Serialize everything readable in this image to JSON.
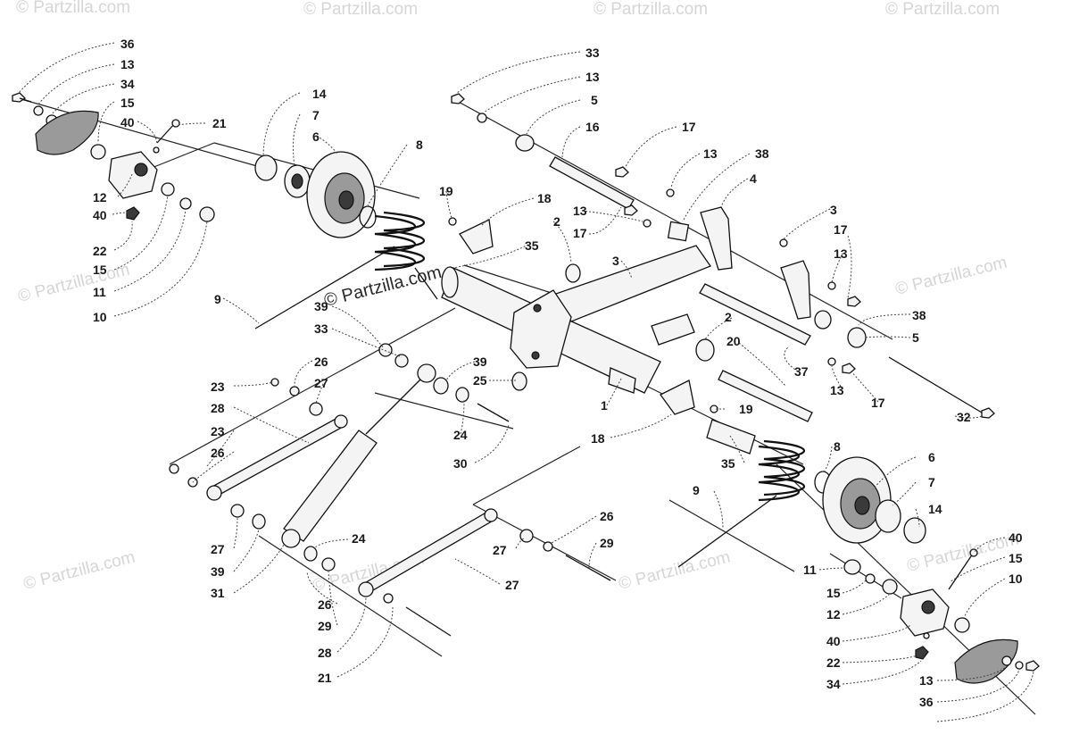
{
  "watermarks": {
    "brand": "© Partzilla.com",
    "center": "© Partzilla.com"
  },
  "callouts": [
    {
      "id": "c1",
      "text": "36"
    },
    {
      "id": "c2",
      "text": "13"
    },
    {
      "id": "c3",
      "text": "34"
    },
    {
      "id": "c4",
      "text": "15"
    },
    {
      "id": "c5",
      "text": "40"
    },
    {
      "id": "c6",
      "text": "21"
    },
    {
      "id": "c7",
      "text": "12"
    },
    {
      "id": "c8",
      "text": "40"
    },
    {
      "id": "c9",
      "text": "22"
    },
    {
      "id": "c10",
      "text": "15"
    },
    {
      "id": "c11",
      "text": "11"
    },
    {
      "id": "c12",
      "text": "10"
    },
    {
      "id": "c13",
      "text": "14"
    },
    {
      "id": "c14",
      "text": "7"
    },
    {
      "id": "c15",
      "text": "6"
    },
    {
      "id": "c16",
      "text": "8"
    },
    {
      "id": "c17",
      "text": "9"
    },
    {
      "id": "c18",
      "text": "33"
    },
    {
      "id": "c19",
      "text": "13"
    },
    {
      "id": "c20",
      "text": "5"
    },
    {
      "id": "c21",
      "text": "16"
    },
    {
      "id": "c22",
      "text": "17"
    },
    {
      "id": "c23",
      "text": "13"
    },
    {
      "id": "c24",
      "text": "38"
    },
    {
      "id": "c25",
      "text": "4"
    },
    {
      "id": "c26",
      "text": "19"
    },
    {
      "id": "c27",
      "text": "18"
    },
    {
      "id": "c28",
      "text": "2"
    },
    {
      "id": "c29",
      "text": "35"
    },
    {
      "id": "c30",
      "text": "13"
    },
    {
      "id": "c31",
      "text": "17"
    },
    {
      "id": "c32",
      "text": "3"
    },
    {
      "id": "c33",
      "text": "3"
    },
    {
      "id": "c34",
      "text": "17"
    },
    {
      "id": "c35",
      "text": "13"
    },
    {
      "id": "c36",
      "text": "39"
    },
    {
      "id": "c37",
      "text": "33"
    },
    {
      "id": "c38",
      "text": "2"
    },
    {
      "id": "c39",
      "text": "20"
    },
    {
      "id": "c40",
      "text": "38"
    },
    {
      "id": "c41",
      "text": "5"
    },
    {
      "id": "c42",
      "text": "26"
    },
    {
      "id": "c43",
      "text": "23"
    },
    {
      "id": "c44",
      "text": "27"
    },
    {
      "id": "c45",
      "text": "39"
    },
    {
      "id": "c46",
      "text": "25"
    },
    {
      "id": "c47",
      "text": "1"
    },
    {
      "id": "c48",
      "text": "19"
    },
    {
      "id": "c49",
      "text": "37"
    },
    {
      "id": "c50",
      "text": "13"
    },
    {
      "id": "c51",
      "text": "17"
    },
    {
      "id": "c52",
      "text": "32"
    },
    {
      "id": "c53",
      "text": "28"
    },
    {
      "id": "c54",
      "text": "24"
    },
    {
      "id": "c55",
      "text": "18"
    },
    {
      "id": "c56",
      "text": "23"
    },
    {
      "id": "c57",
      "text": "26"
    },
    {
      "id": "c58",
      "text": "30"
    },
    {
      "id": "c59",
      "text": "8"
    },
    {
      "id": "c60",
      "text": "35"
    },
    {
      "id": "c61",
      "text": "9"
    },
    {
      "id": "c62",
      "text": "6"
    },
    {
      "id": "c63",
      "text": "7"
    },
    {
      "id": "c64",
      "text": "14"
    },
    {
      "id": "c65",
      "text": "26"
    },
    {
      "id": "c66",
      "text": "27"
    },
    {
      "id": "c67",
      "text": "29"
    },
    {
      "id": "c68",
      "text": "27"
    },
    {
      "id": "c69",
      "text": "39"
    },
    {
      "id": "c70",
      "text": "31"
    },
    {
      "id": "c71",
      "text": "24"
    },
    {
      "id": "c72",
      "text": "27"
    },
    {
      "id": "c73",
      "text": "26"
    },
    {
      "id": "c74",
      "text": "29"
    },
    {
      "id": "c75",
      "text": "28"
    },
    {
      "id": "c76",
      "text": "21"
    },
    {
      "id": "c77",
      "text": "40"
    },
    {
      "id": "c78",
      "text": "15"
    },
    {
      "id": "c79",
      "text": "10"
    },
    {
      "id": "c80",
      "text": "11"
    },
    {
      "id": "c81",
      "text": "15"
    },
    {
      "id": "c82",
      "text": "12"
    },
    {
      "id": "c83",
      "text": "40"
    },
    {
      "id": "c84",
      "text": "22"
    },
    {
      "id": "c85",
      "text": "34"
    },
    {
      "id": "c86",
      "text": "13"
    },
    {
      "id": "c87",
      "text": "36"
    }
  ]
}
